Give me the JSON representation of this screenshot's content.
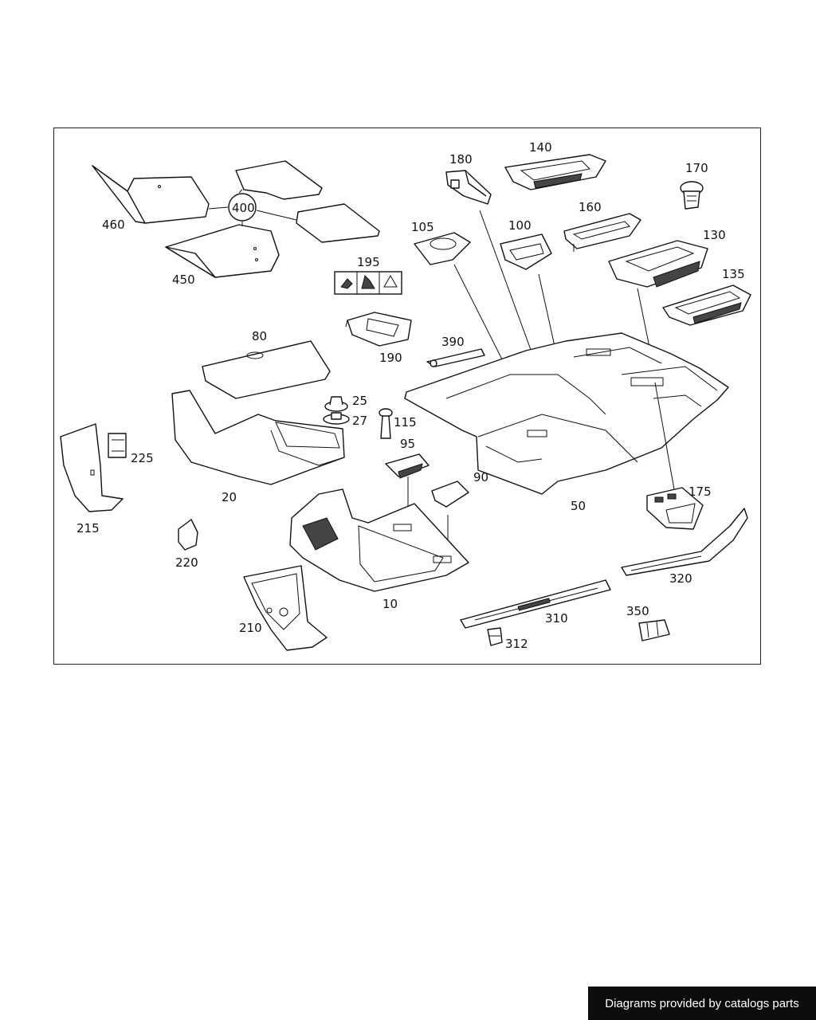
{
  "diagram": {
    "labels": {
      "l460": "460",
      "l400": "400",
      "l450": "450",
      "l195": "195",
      "l190": "190",
      "l180": "180",
      "l140": "140",
      "l170": "170",
      "l160": "160",
      "l130": "130",
      "l135": "135",
      "l105": "105",
      "l100": "100",
      "l80": "80",
      "l390": "390",
      "l25": "25",
      "l27": "27",
      "l115": "115",
      "l95": "95",
      "l90": "90",
      "l20": "20",
      "l225": "225",
      "l215": "215",
      "l220": "220",
      "l50": "50",
      "l175": "175",
      "l10": "10",
      "l320": "320",
      "l210": "210",
      "l310": "310",
      "l350": "350",
      "l312": "312"
    }
  },
  "footer": {
    "credit": "Diagrams provided by catalogs parts"
  }
}
